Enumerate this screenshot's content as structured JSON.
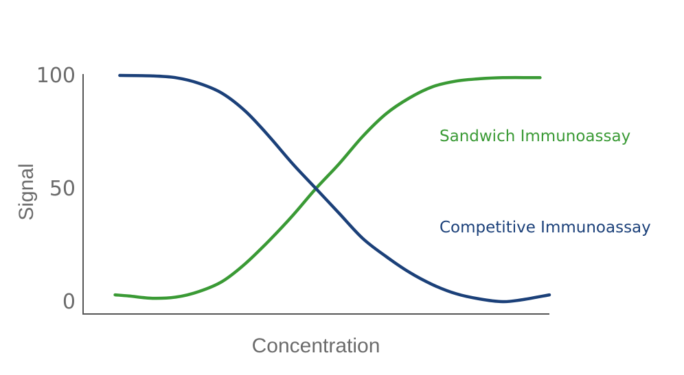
{
  "chart_data": {
    "type": "line",
    "title": "",
    "xlabel": "Concentration",
    "ylabel": "Signal",
    "ylim": [
      0,
      100
    ],
    "xlim": [
      0,
      100
    ],
    "yticks": [
      {
        "value": 0,
        "label": "0"
      },
      {
        "value": 50,
        "label": "50"
      },
      {
        "value": 100,
        "label": "100"
      }
    ],
    "x_ticks_shown": false,
    "grid": false,
    "legend": "inline-right",
    "series": [
      {
        "name": "Competitive Immunoassay",
        "color": "#1b4079",
        "x": [
          8,
          15,
          20,
          25,
          30,
          35,
          40,
          45,
          50,
          55,
          60,
          65,
          70,
          75,
          80,
          85,
          90,
          94,
          100
        ],
        "values": [
          100,
          99.8,
          99,
          96.5,
          92,
          84,
          73,
          61,
          50,
          39,
          28,
          20,
          13,
          7.5,
          3.5,
          1.2,
          0,
          0.8,
          3
        ]
      },
      {
        "name": "Sandwich Immunoassay",
        "color": "#3a9a35",
        "x": [
          7,
          10,
          15,
          20,
          25,
          30,
          35,
          40,
          45,
          50,
          55,
          60,
          65,
          70,
          75,
          80,
          85,
          90,
          98
        ],
        "values": [
          3,
          2.5,
          1.5,
          2,
          4.5,
          9,
          17,
          27,
          38,
          50,
          61,
          73,
          83,
          90,
          95,
          97.5,
          98.5,
          99,
          99
        ]
      }
    ]
  }
}
